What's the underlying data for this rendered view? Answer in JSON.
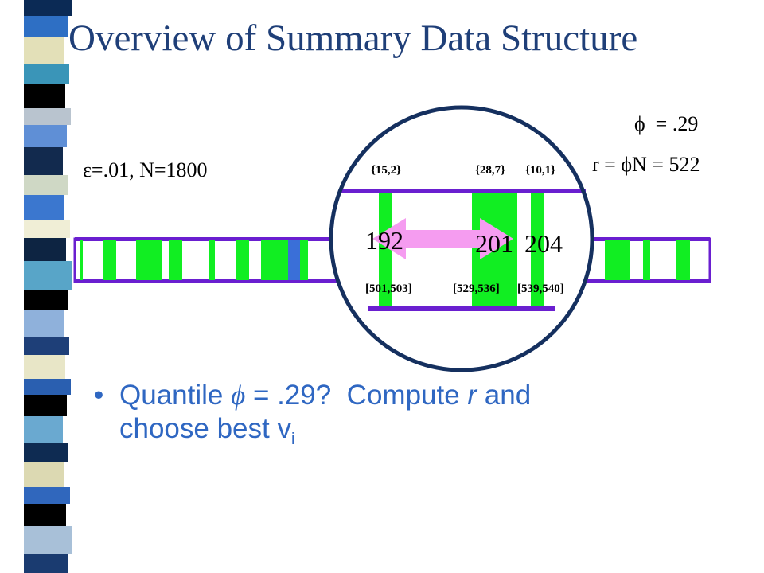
{
  "slide": {
    "title": "Overview of Summary Data Structure"
  },
  "params": {
    "epsilon_n": "ε=.01, N=1800",
    "phi": "ϕ  = .29",
    "r_eq": "r = ϕN = 522"
  },
  "zoom": {
    "top_labels": [
      "{15,2}",
      "{28,7}",
      "{10,1}"
    ],
    "values": [
      "192",
      "201",
      "204"
    ],
    "ranges": [
      "[501,503]",
      "[529,536]",
      "[539,540]"
    ]
  },
  "bullet": {
    "line1_a": "Quantile ",
    "phi_symbol": "ϕ",
    "line1_b": " = .29?  Compute ",
    "r_italic": "r",
    "line1_c": " and",
    "line2": "choose best v",
    "subscript": "i"
  },
  "colors": {
    "title": "#1f3f78",
    "bar_purple": "#6a1fd0",
    "cell_green": "#11ee22",
    "cell_blue": "#3a6fd8",
    "arrow_pink": "#f59cf0",
    "circle_navy": "#15305f",
    "bullet_blue": "#2f67c2"
  }
}
